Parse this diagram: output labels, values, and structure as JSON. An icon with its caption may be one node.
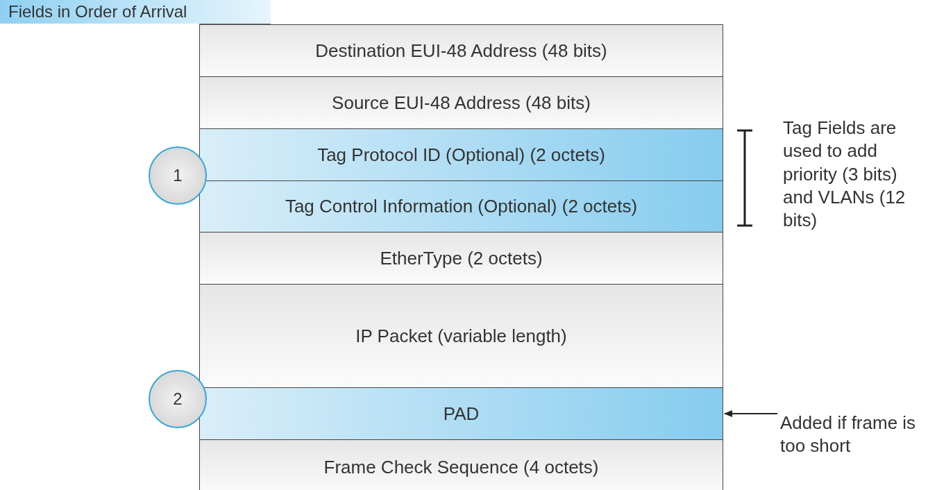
{
  "diagram": {
    "nodes": [
      {
        "text": [
          "Fields in Order of Arrival"
        ]
      },
      {
        "text": [
          "Destination EUI-48 Address (48 bits)"
        ]
      },
      {
        "text": [
          "Source EUI-48 Address (48 bits)"
        ]
      },
      {
        "text": [
          "Tag Protocol ID (Optional) (2 octets)"
        ]
      },
      {
        "text": [
          "Tag Control Information (Optional) (2 octets)"
        ]
      },
      {
        "text": [
          "EtherType (2 octets)"
        ]
      },
      {
        "text": [
          "IP Packet (variable length)"
        ]
      },
      {
        "text": [
          "PAD"
        ]
      },
      {
        "text": [
          "Frame Check Sequence (4 octets)"
        ]
      },
      {
        "text": [
          "1"
        ]
      },
      {
        "text": [
          "2"
        ]
      },
      {
        "text": [
          "Added if frame is too short"
        ]
      }
    ],
    "edges": [
      {
        "from": 11,
        "to": 7,
        "arrow": "to"
      }
    ],
    "labels": [
      "Tag Fields are used to add priority (3 bits) and VLANs (12 bits)"
    ]
  }
}
